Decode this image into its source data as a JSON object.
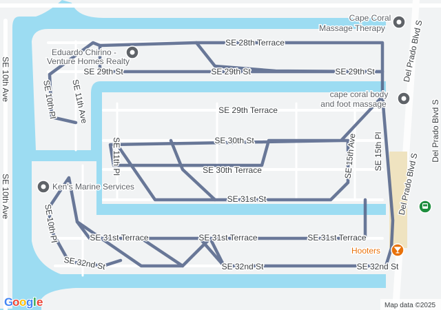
{
  "map": {
    "streets": [
      {
        "id": "se-28th-terrace",
        "label": "SE 28th Terrace",
        "angle": 0
      },
      {
        "id": "se-29th-st-west",
        "label": "SE 29th St",
        "angle": 0
      },
      {
        "id": "se-29th-st-mid",
        "label": "SE 29th St",
        "angle": 0
      },
      {
        "id": "se-29th-st-east",
        "label": "SE 29th St",
        "angle": 0
      },
      {
        "id": "se-29th-terrace",
        "label": "SE 29th Terrace",
        "angle": 0
      },
      {
        "id": "se-30th-st",
        "label": "SE 30th St",
        "angle": 0
      },
      {
        "id": "se-30th-terrace",
        "label": "SE 30th Terrace",
        "angle": 0
      },
      {
        "id": "se-31st-st",
        "label": "SE 31st St",
        "angle": 0
      },
      {
        "id": "se-31st-terrace-west",
        "label": "SE 31st Terrace",
        "angle": 0
      },
      {
        "id": "se-31st-terrace-mid",
        "label": "SE 31st Terrace",
        "angle": 0
      },
      {
        "id": "se-31st-terrace-east",
        "label": "SE 31st Terrace",
        "angle": 0
      },
      {
        "id": "se-32nd-st-west",
        "label": "SE 32nd St",
        "angle": 10
      },
      {
        "id": "se-32nd-st-mid",
        "label": "SE 32nd St",
        "angle": 0
      },
      {
        "id": "se-32nd-st-east",
        "label": "SE 32nd St",
        "angle": 0
      },
      {
        "id": "se-10th-ave-top",
        "label": "SE 10th Ave",
        "angle": 90
      },
      {
        "id": "se-10th-ave-bottom",
        "label": "SE 10th Ave",
        "angle": 90
      },
      {
        "id": "se-10th-pl-top",
        "label": "SE 10th Pl",
        "angle": 80
      },
      {
        "id": "se-10th-pl-bottom",
        "label": "SE 10th Pl",
        "angle": 80
      },
      {
        "id": "se-11th-ave",
        "label": "SE 11th Ave",
        "angle": 78
      },
      {
        "id": "se-11th-pl",
        "label": "SE 11th Pl",
        "angle": 90
      },
      {
        "id": "se-15th-ave",
        "label": "SE 15th Ave",
        "angle": -84
      },
      {
        "id": "se-15th-pl",
        "label": "SE 15th Pl",
        "angle": -90
      },
      {
        "id": "del-prado-top",
        "label": "Del Prado Blvd S",
        "angle": -78
      },
      {
        "id": "del-prado-right",
        "label": "Del Prado Blvd S",
        "angle": -90
      },
      {
        "id": "del-prado-mid",
        "label": "Del Prado Blvd S",
        "angle": -78
      }
    ],
    "pois": [
      {
        "id": "eduardo-chirino",
        "lines": [
          "Eduardo Chirino -",
          "Venture Homes Realty"
        ],
        "icon": "pin-icon",
        "color": "#5f6368"
      },
      {
        "id": "cape-coral-massage",
        "lines": [
          "Cape Coral",
          "Massage Therapy"
        ],
        "icon": "pin-icon",
        "color": "#5f6368"
      },
      {
        "id": "cape-coral-body",
        "lines": [
          "cape coral body",
          "and foot massage"
        ],
        "icon": "pin-icon",
        "color": "#5f6368"
      },
      {
        "id": "kens-marine",
        "lines": [
          "Ken's Marine Services"
        ],
        "icon": "pin-icon",
        "color": "#5f6368"
      },
      {
        "id": "hooters",
        "lines": [
          "Hooters"
        ],
        "icon": "cocktail-icon",
        "color": "#e8710a"
      }
    ],
    "colors": {
      "water": "#9cdcf2",
      "land": "#f1f3f4",
      "road": "#ffffff",
      "route": "#5a6a8e",
      "park": "#efe3c0",
      "transit": "#1e8e3e"
    },
    "attribution": "Map data ©2025",
    "logo_letters": [
      "G",
      "o",
      "o",
      "g",
      "l",
      "e"
    ]
  }
}
